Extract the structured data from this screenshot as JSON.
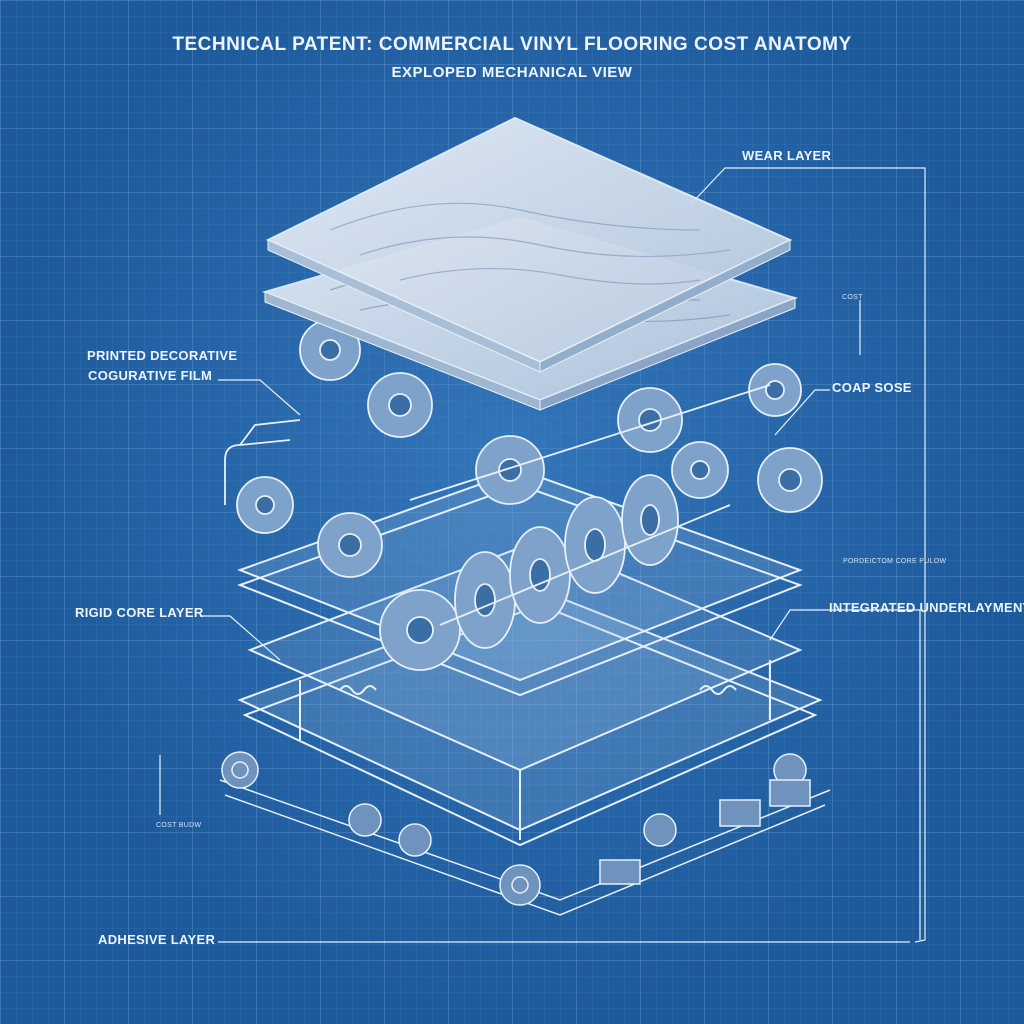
{
  "header": {
    "title": "TECHNICAL PATENT: COMMERCIAL VINYL FLOORING COST ANATOMY",
    "subtitle": "EXPLOPED MECHANICAL VIEW"
  },
  "callouts": {
    "wear_layer": "WEAR LAYER",
    "printed_film_line1": "PRINTED DECORATIVE",
    "printed_film_line2": "COGURATIVE FILM",
    "coap_sose": "COAP SOSE",
    "rigid_core": "RIGID CORE LAYER",
    "underlayment": "INTEGRATED UNDERLAYMENT",
    "adhesive": "ADHESIVE LAYER"
  },
  "minor_annotations": {
    "top_right_dim": "COST",
    "mid_right_note": "PORDEICTOM CORE PULOW",
    "left_dim": "COST BUDW"
  },
  "colors": {
    "background": "#1d5a9c",
    "line": "#e6f0fb",
    "panel_fill": "#cfdced"
  }
}
